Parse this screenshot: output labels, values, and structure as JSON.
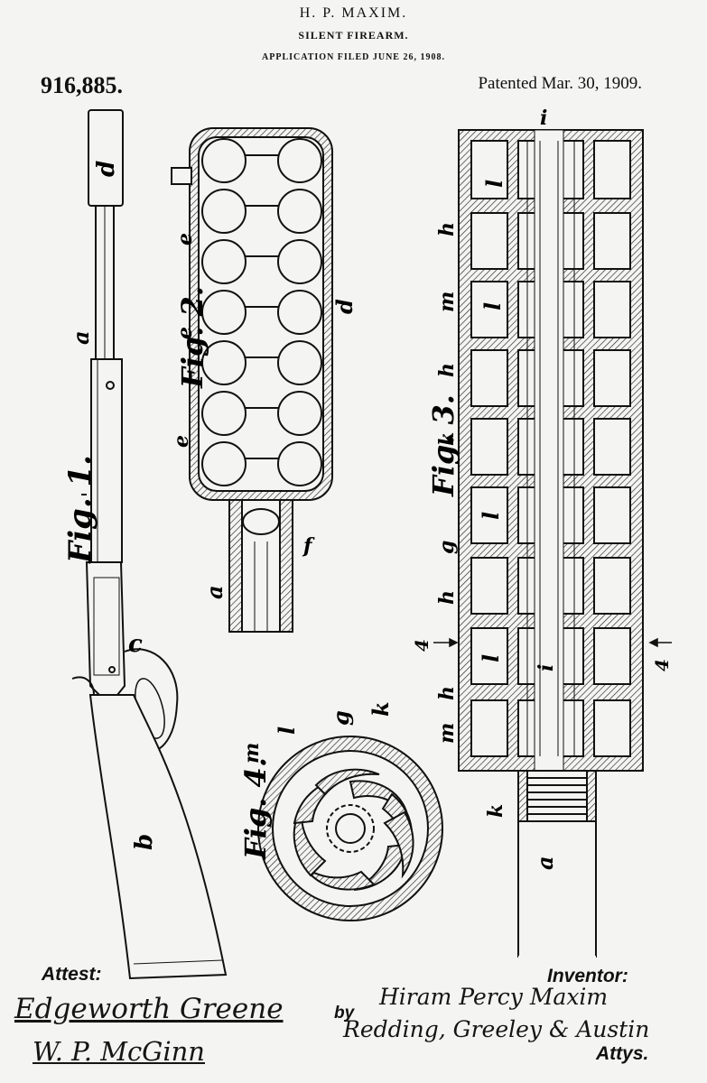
{
  "header": {
    "inventor_name": "H. P. MAXIM.",
    "title": "SILENT FIREARM.",
    "application": "APPLICATION FILED JUNE 26, 1908."
  },
  "patent_number": "916,885.",
  "patented_date": "Patented Mar. 30, 1909.",
  "figures": {
    "fig1": {
      "label": "Fig. 1.",
      "parts": [
        "d",
        "a",
        "c",
        "b"
      ]
    },
    "fig2": {
      "label": "Fig. 2.",
      "parts": [
        "e",
        "e",
        "d",
        "e",
        "f",
        "a"
      ]
    },
    "fig3": {
      "label": "Fig. 3.",
      "parts": [
        "i",
        "l",
        "h",
        "l",
        "m",
        "h",
        "k",
        "l",
        "g",
        "h",
        "l",
        "i",
        "h",
        "m",
        "k",
        "a",
        "4",
        "4"
      ]
    },
    "fig4": {
      "label": "Fig. 4.",
      "parts": [
        "m",
        "l",
        "g",
        "k"
      ]
    }
  },
  "footer": {
    "attest_label": "Attest:",
    "attest_signature_1": "Edgeworth Greene",
    "attest_signature_2": "W. P. McGinn",
    "inventor_label": "Inventor:",
    "by_label": "by",
    "inventor_signature": "Hiram Percy Maxim",
    "attorneys_signature": "Redding, Greeley & Austin",
    "attys_label": "Attys."
  }
}
